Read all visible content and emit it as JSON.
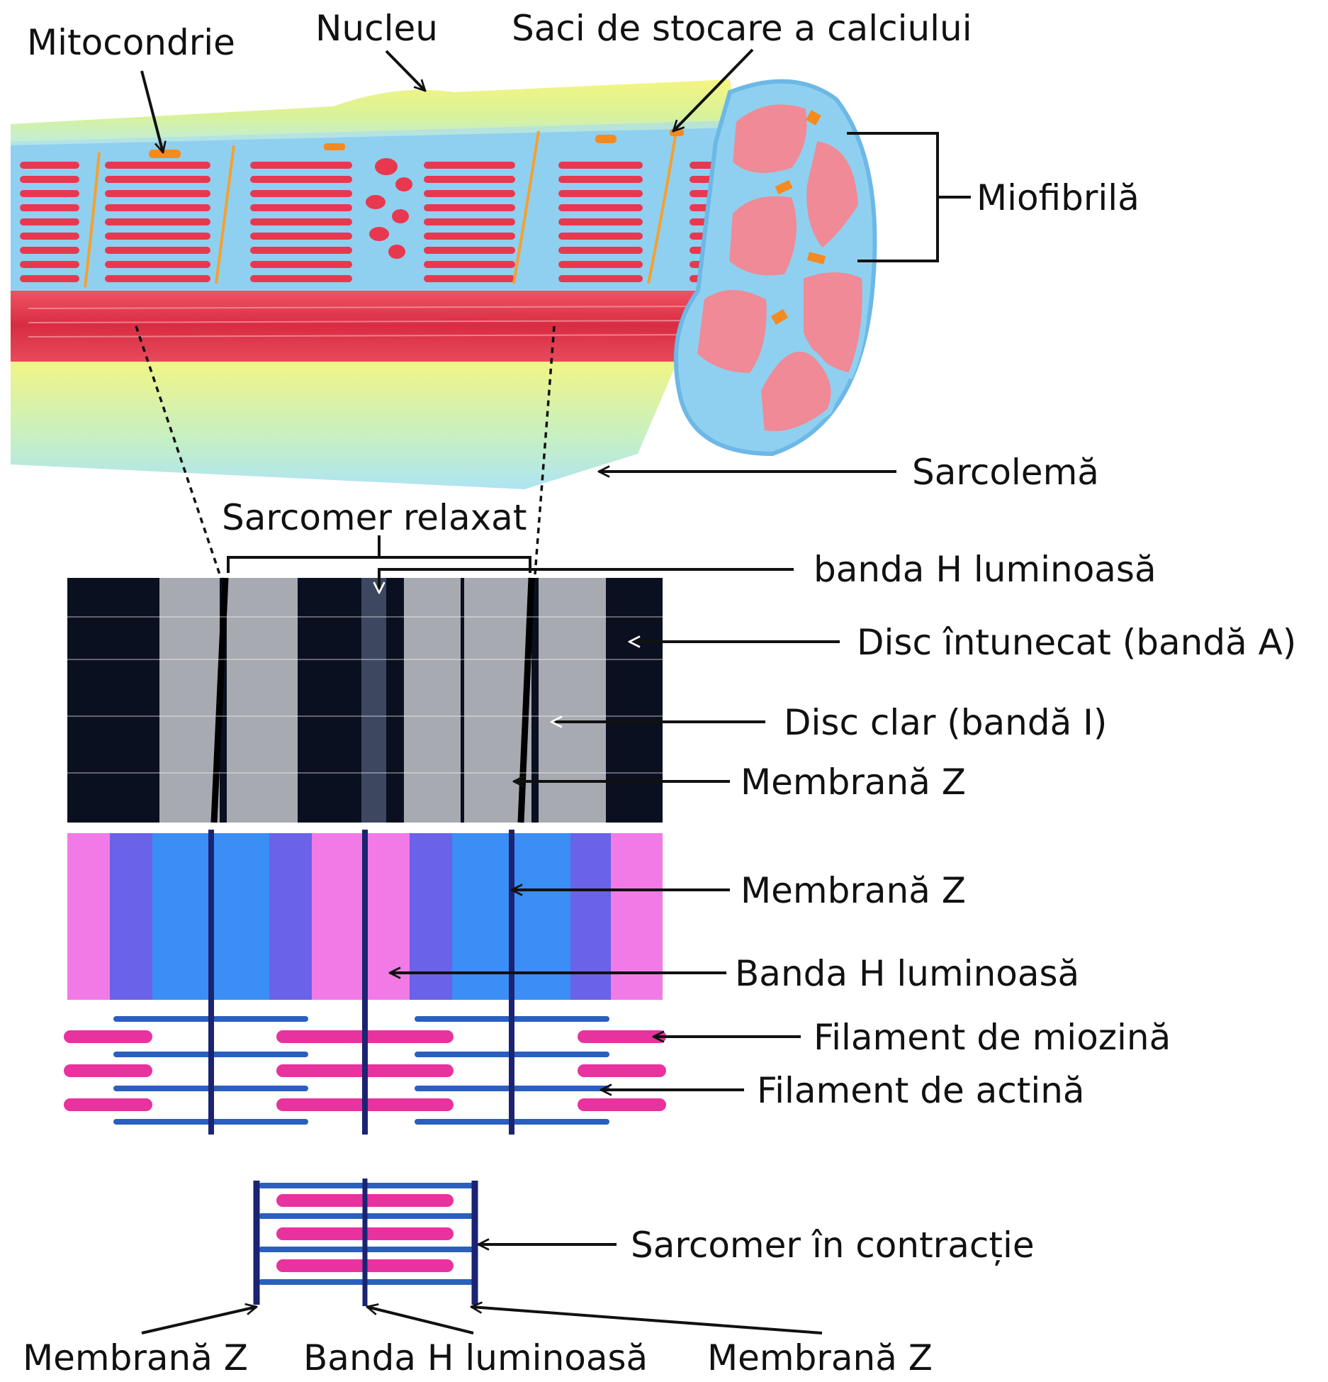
{
  "labels": {
    "mitochondria": "Mitocondrie",
    "nucleus": "Nucleu",
    "calcium_sacs": "Saci de stocare a calciului",
    "myofibril": "Miofibrilă",
    "sarcolemma": "Sarcolemă",
    "relaxed_sarcomere": "Sarcomer relaxat",
    "h_band_light_top": "banda H luminoasă",
    "dark_disc": "Disc întunecat (bandă A)",
    "light_disc": "Disc clar (bandă I)",
    "z_membrane_micrograph": "Membrană Z",
    "z_membrane_diagram": "Membrană Z",
    "h_band_light_diagram": "Banda H luminoasă",
    "myosin_filament": "Filament de miozină",
    "actin_filament": "Filament de actină",
    "contracting_sarcomere": "Sarcomer în contracție",
    "z_membrane_bottom_left": "Membrană Z",
    "h_band_bottom": "Banda H luminoasă",
    "z_membrane_bottom_right": "Membrană Z"
  },
  "colors": {
    "muscle_red": "#e8384f",
    "fiber_blue": "#8fd0f0",
    "myofibril_pink": "#f08a96",
    "sarcolemma_yellow": "#f2f27a",
    "band_pink": "#f27ae6",
    "band_violet": "#6a62e8",
    "band_blue": "#3a8ef5",
    "z_line": "#1a2472",
    "myosin": "#e8329e",
    "actin": "#2a5fc0",
    "calcium_orange": "#f58a1f"
  }
}
